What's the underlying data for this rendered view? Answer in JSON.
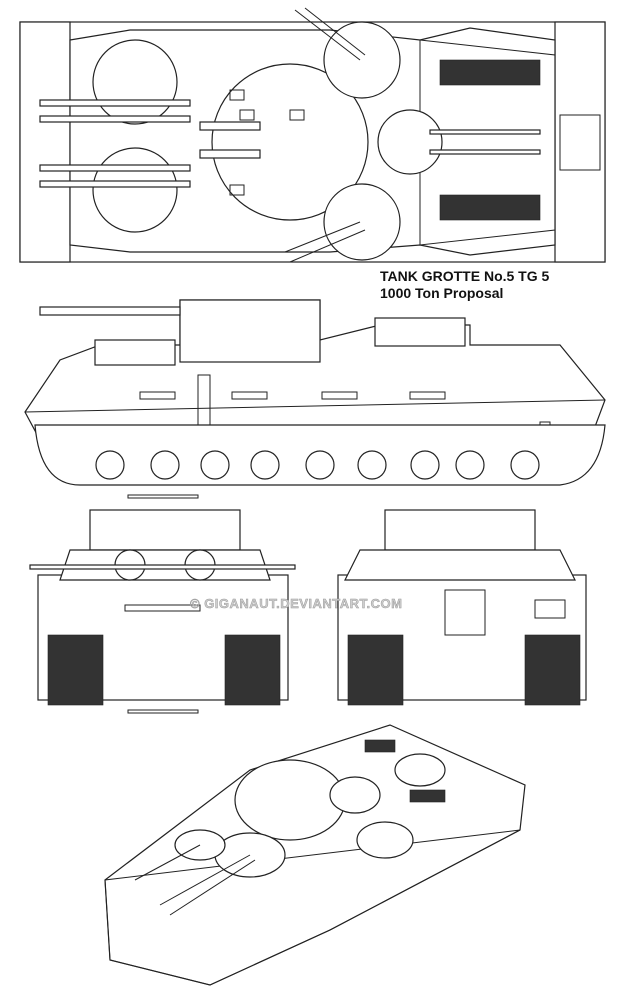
{
  "title": {
    "line1": "TANK GROTTE No.5 TG 5",
    "line2": "1000 Ton Proposal"
  },
  "watermark": "© GIGANAUT.DEVIANTART.COM"
}
